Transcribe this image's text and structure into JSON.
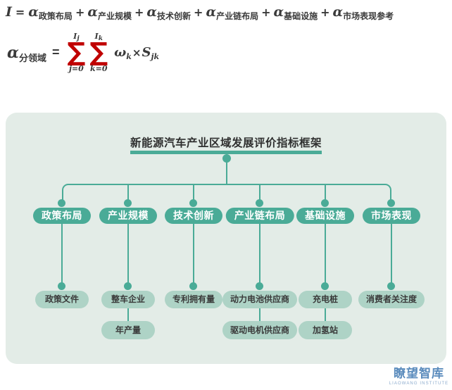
{
  "formula1": {
    "lhs": "I",
    "eq": "=",
    "alpha": "α",
    "plus": "+",
    "terms": [
      "政策布局",
      "产业规模",
      "技术创新",
      "产业链布局",
      "基础设施",
      "市场表现参考"
    ]
  },
  "formula2": {
    "alpha": "α",
    "lhs_sub": "分领域",
    "eq": "=",
    "sigma1": {
      "upper_var": "I",
      "upper_sub": "j",
      "symbol": "∑",
      "lower": "j=0"
    },
    "sigma2": {
      "upper_var": "I",
      "upper_sub": "k",
      "symbol": "∑",
      "lower": "k=0"
    },
    "omega": "ω",
    "omega_sub": "k",
    "times": "×",
    "s_var": "S",
    "s_sub": "jk"
  },
  "diagram": {
    "title": "新能源汽车产业区域发展评价指标框架",
    "columns": [
      {
        "label": "政策布局",
        "children": [
          "政策文件"
        ]
      },
      {
        "label": "产业规模",
        "children": [
          "整车企业",
          "年产量"
        ]
      },
      {
        "label": "技术创新",
        "children": [
          "专利拥有量"
        ]
      },
      {
        "label": "产业链布局",
        "children": [
          "动力电池供应商",
          "驱动电机供应商"
        ]
      },
      {
        "label": "基础设施",
        "children": [
          "充电桩",
          "加氢站"
        ]
      },
      {
        "label": "市场表现",
        "children": [
          "消费者关注度"
        ]
      }
    ]
  },
  "logo": {
    "name": "瞭望智库",
    "subtitle": "LIAOWANG INSTITUTE"
  },
  "colors": {
    "accent_teal": "#4aab97",
    "sub_pill": "#aed3c6",
    "panel_bg": "#e3ece7",
    "formula_red": "#c00000",
    "text_dark": "#3a3a3a",
    "logo_blue": "#5b8cbd"
  }
}
